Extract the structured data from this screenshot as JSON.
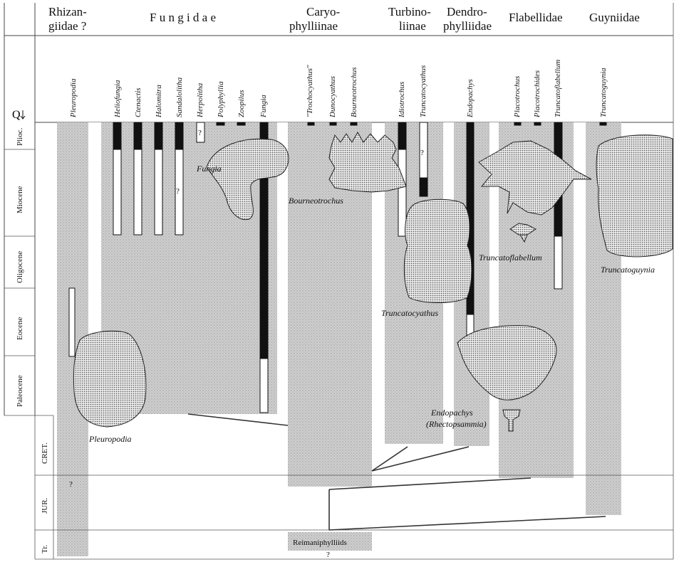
{
  "families": [
    {
      "line1": "Rhizan-",
      "line2": "giidae ?"
    },
    {
      "line1": "F u n g i d a e",
      "line2": ""
    },
    {
      "line1": "Caryo-",
      "line2": "phylliinae"
    },
    {
      "line1": "Turbino-",
      "line2": "liinae"
    },
    {
      "line1": "Dendro-",
      "line2": "phylliidae"
    },
    {
      "line1": "Flabellidae",
      "line2": ""
    },
    {
      "line1": "Guyniidae",
      "line2": ""
    }
  ],
  "genera": [
    "Pleuropodia",
    "Heliofungia",
    "Ctenactis",
    "Halomitra",
    "Sandalolitha",
    "Herpolitha",
    "Polyphyllia",
    "Zoopilus",
    "Fungia",
    "\"Trochocyathus\"",
    "Dunocyathus",
    "Bourneotrochus",
    "Idiotrochus",
    "Truncatocyathus",
    "Endopachys",
    "Placotrochus",
    "Placotrochides",
    "Truncatoflabellum",
    "Truncatoguynia"
  ],
  "periods": {
    "q": "Q",
    "tertiary": [
      "Plioc.",
      "Miocene",
      "Oligocene",
      "Eocene",
      "Paleocene"
    ],
    "mesozoic": [
      "CRET.",
      "JUR.",
      "Tr."
    ]
  },
  "illustrations": {
    "fungia": "Fungia",
    "bourneotrochus": "Bourneotrochus",
    "truncatocyathus": "Truncatocyathus",
    "truncatoflabellum": "Truncatoflabellum",
    "truncatoguynia": "Truncatoguynia",
    "pleuropodia": "Pleuropodia",
    "endopachys_1": "Endopachys",
    "endopachys_2": "(Rhectopsammia)"
  },
  "root_label": "Reimaniphylliids",
  "question_marks": [
    "?",
    "?",
    "?",
    "?"
  ],
  "colors": {
    "shade": "#c9c9c9",
    "line": "#333333",
    "bar": "#111111"
  }
}
